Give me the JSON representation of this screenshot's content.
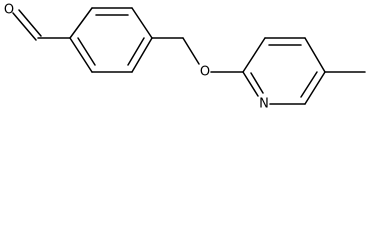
{
  "molecule": {
    "atom_labels": {
      "aldehyde_oxygen": "O",
      "ether_oxygen": "O",
      "pyridine_nitrogen": "N"
    },
    "colors": {
      "bond": "#000000",
      "text": "#000000",
      "background": "#ffffff"
    }
  }
}
